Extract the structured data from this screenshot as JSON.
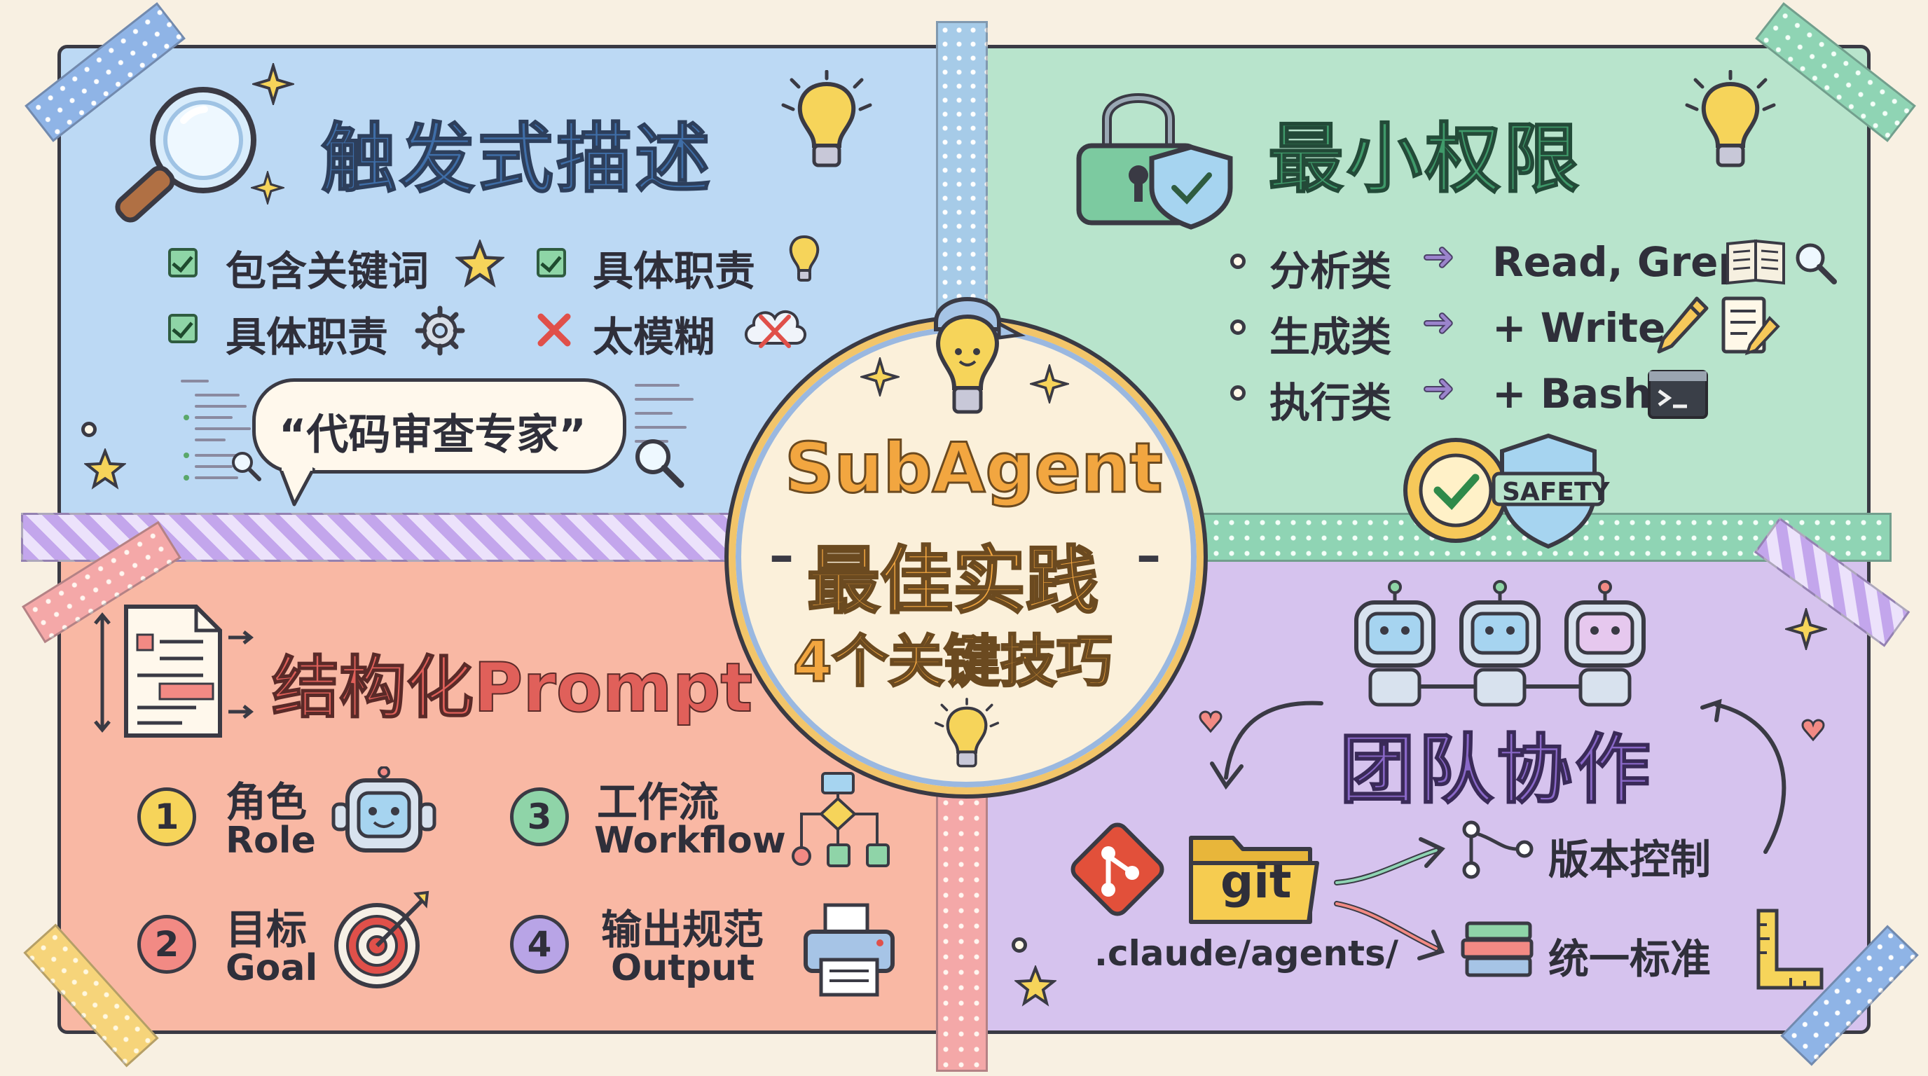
{
  "center": {
    "title": "SubAgent",
    "subtitle": "最佳实践",
    "tagline": "4个关键技巧"
  },
  "top_left": {
    "title": "触发式描述",
    "items": [
      {
        "label": "包含关键词",
        "mark": "check",
        "icon": "star-icon"
      },
      {
        "label": "具体职责",
        "mark": "check",
        "icon": "lightbulb-icon"
      },
      {
        "label": "具体职责",
        "mark": "check",
        "icon": "gear-icon"
      },
      {
        "label": "太模糊",
        "mark": "cross",
        "icon": "cloud-icon"
      }
    ],
    "example": "“代码审查专家”"
  },
  "top_right": {
    "title": "最小权限",
    "rows": [
      {
        "category": "分析类",
        "tools": "Read, Grep",
        "icon": "book-search-icon"
      },
      {
        "category": "生成类",
        "tools": "+ Write",
        "icon": "pencil-icon"
      },
      {
        "category": "执行类",
        "tools": "+ Bash",
        "icon": "terminal-icon"
      }
    ],
    "badge": "SAFETY"
  },
  "bottom_left": {
    "title": "结构化Prompt",
    "items": [
      {
        "num": "1",
        "zh": "角色",
        "en": "Role",
        "color": "#f6d45a",
        "icon": "robot-icon"
      },
      {
        "num": "2",
        "zh": "目标",
        "en": "Goal",
        "color": "#f28a84",
        "icon": "target-icon"
      },
      {
        "num": "3",
        "zh": "工作流",
        "en": "Workflow",
        "color": "#8fd4a8",
        "icon": "flowchart-icon"
      },
      {
        "num": "4",
        "zh": "输出规范",
        "en": "Output",
        "color": "#b8a4e6",
        "icon": "printer-icon"
      }
    ]
  },
  "bottom_right": {
    "title": "团队协作",
    "folder_label": "git",
    "path": ".claude/agents/",
    "outcomes": [
      {
        "label": "版本控制",
        "icon": "branch-icon"
      },
      {
        "label": "统一标准",
        "icon": "books-icon"
      }
    ]
  }
}
